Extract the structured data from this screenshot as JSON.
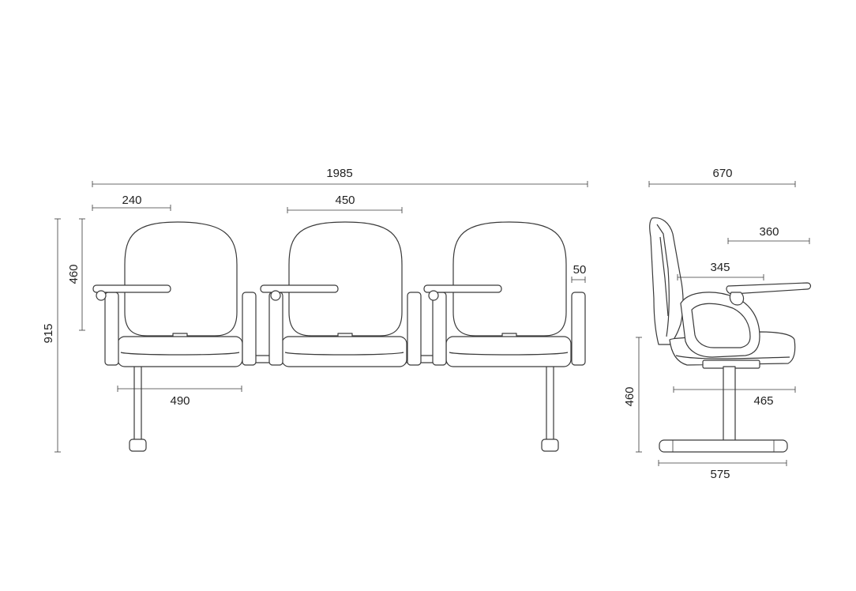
{
  "drawing": {
    "front_view": {
      "overall_width": "1985",
      "armrest_tablet_width": "240",
      "backrest_width": "450",
      "armrest_thickness": "50",
      "backrest_height": "460",
      "overall_height": "915",
      "seat_width": "490"
    },
    "side_view": {
      "overall_depth": "670",
      "tablet_depth": "360",
      "armrest_depth": "345",
      "seat_depth": "465",
      "seat_height": "460",
      "base_depth": "575"
    },
    "colors": {
      "stroke": "#3a3a3a",
      "background": "#ffffff"
    }
  }
}
